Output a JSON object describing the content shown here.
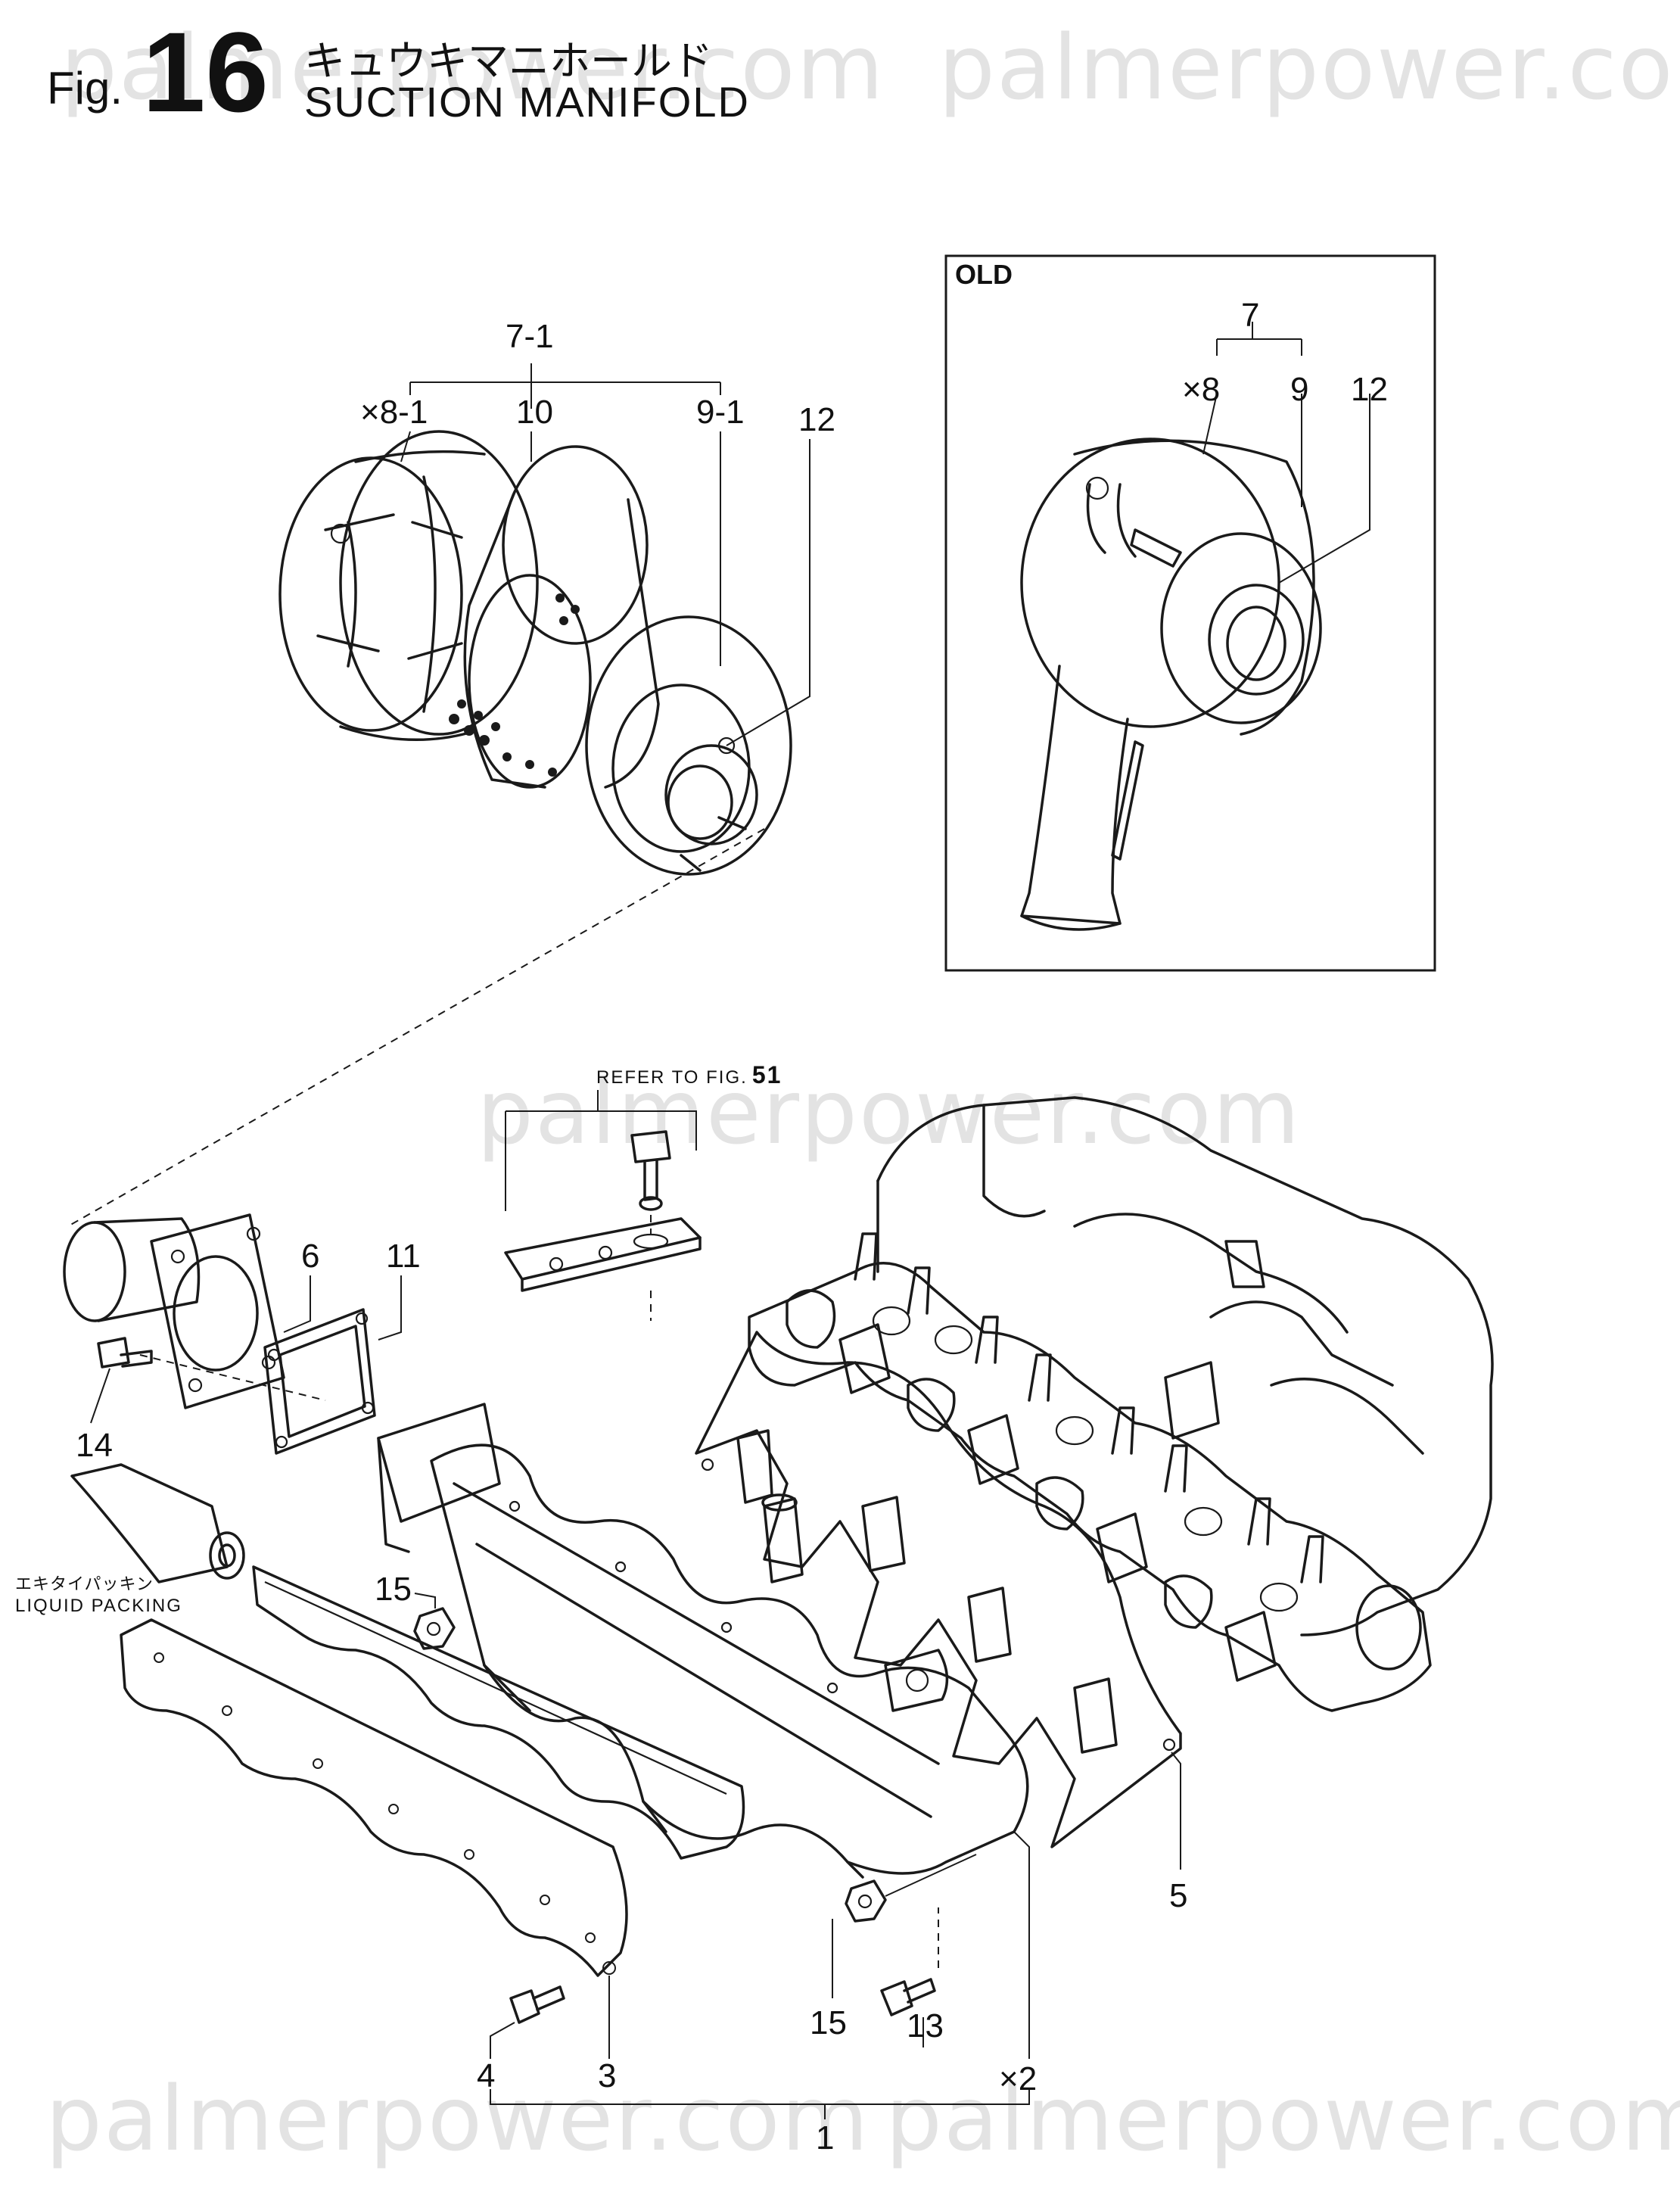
{
  "figure": {
    "prefix": "Fig.",
    "number": "16",
    "title_jp": "キュウキマニホールド",
    "title_en": "SUCTION MANIFOLD"
  },
  "watermark": "palmerpower.com",
  "old_box_label": "OLD",
  "refer_note": "REFER TO FIG.",
  "refer_fig": "51",
  "liquid_packing": {
    "jp": "エキタイパッキン",
    "en": "LIQUID PACKING"
  },
  "callouts": {
    "c7_1": "7-1",
    "c8_1": "×8-1",
    "c10": "10",
    "c9_1": "9-1",
    "c12": "12",
    "old_7": "7",
    "old_8": "×8",
    "old_9": "9",
    "old_12": "12",
    "c6": "6",
    "c11": "11",
    "c14": "14",
    "c15a": "15",
    "c5": "5",
    "c15b": "15",
    "c13": "13",
    "c4": "4",
    "c3": "3",
    "cx2": "×2",
    "c1": "1"
  }
}
